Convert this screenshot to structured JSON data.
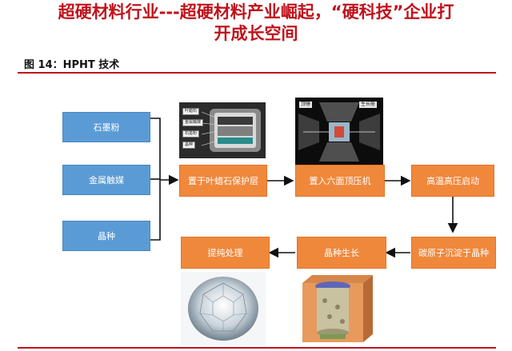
{
  "header": {
    "title_line1": "超硬材料行业---超硬材料产业崛起，“硬科技”企业打",
    "title_line2": "开成长空间"
  },
  "figure": {
    "label": "图 14：HPHT 技术"
  },
  "inputs": [
    {
      "label": "石墨粉"
    },
    {
      "label": "金属触媒"
    },
    {
      "label": "晶种"
    }
  ],
  "steps": [
    {
      "label": "置于叶蜡石保护层"
    },
    {
      "label": "置入六面顶压机"
    },
    {
      "label": "高温高压启动"
    },
    {
      "label": "碳原子沉淀于晶种"
    },
    {
      "label": "晶种生长"
    },
    {
      "label": "提纯处理"
    }
  ],
  "photos": {
    "assembly_labels": [
      "叶蜡石",
      "金属触媒",
      "石墨粉",
      "晶种"
    ],
    "press_labels": [
      "顶锤",
      "生长舱"
    ]
  },
  "colors": {
    "accent": "#c0121b",
    "input_box": "#5b9bd5",
    "step_box": "#f0883c"
  }
}
